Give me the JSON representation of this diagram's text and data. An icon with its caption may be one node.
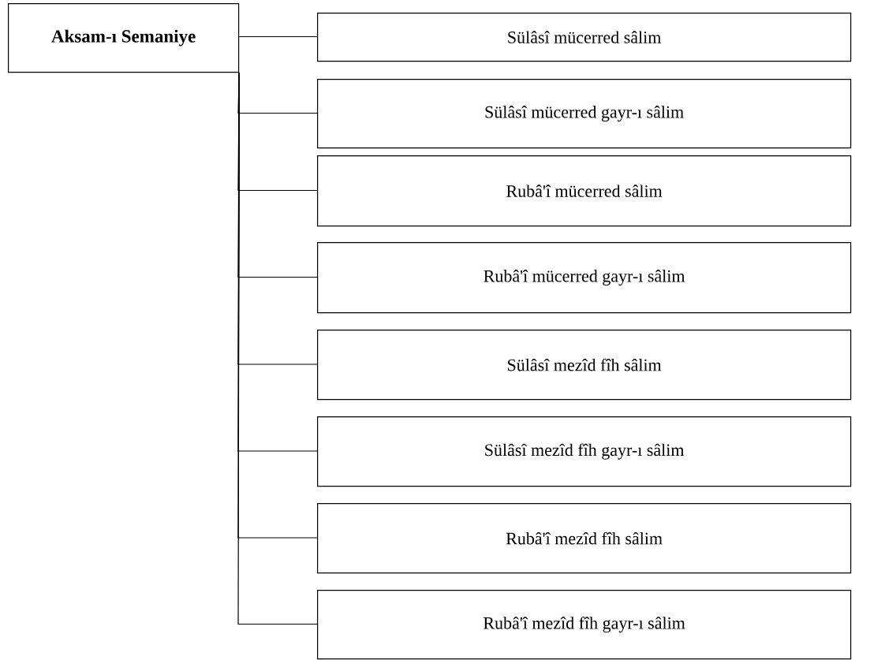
{
  "diagram": {
    "nodes": [
      {
        "text": [
          "Aksam-ı Semaniye"
        ]
      },
      {
        "text": [
          "Sülâsî mücerred sâlim"
        ]
      },
      {
        "text": [
          "Sülâsî mücerred gayr-ı sâlim"
        ]
      },
      {
        "text": [
          "Rubâ'î mücerred sâlim"
        ]
      },
      {
        "text": [
          "Rubâ'î mücerred gayr-ı sâlim"
        ]
      },
      {
        "text": [
          "Sülâsî mezîd fîh sâlim"
        ]
      },
      {
        "text": [
          "Sülâsî mezîd fîh gayr-ı sâlim"
        ]
      },
      {
        "text": [
          "Rubâ'î mezîd fîh sâlim"
        ]
      },
      {
        "text": [
          "Rubâ'î mezîd fîh gayr-ı sâlim"
        ]
      }
    ],
    "edges": [
      {
        "from": 0,
        "to": 1,
        "arrow": "none"
      },
      {
        "from": 0,
        "to": 2,
        "arrow": "none"
      },
      {
        "from": 0,
        "to": 3,
        "arrow": "none"
      },
      {
        "from": 0,
        "to": 4,
        "arrow": "none"
      },
      {
        "from": 0,
        "to": 5,
        "arrow": "none"
      },
      {
        "from": 0,
        "to": 6,
        "arrow": "none"
      },
      {
        "from": 0,
        "to": 7,
        "arrow": "none"
      },
      {
        "from": 0,
        "to": 8,
        "arrow": "none"
      }
    ]
  }
}
